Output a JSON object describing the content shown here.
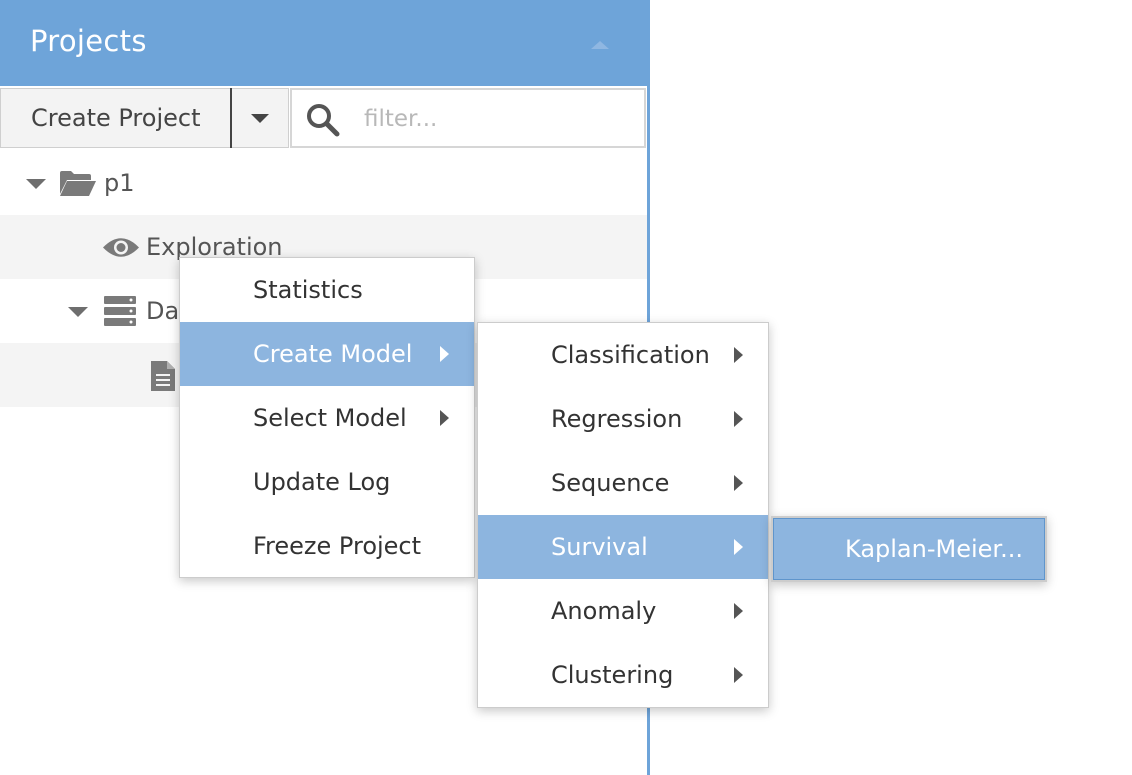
{
  "header": {
    "title": "Projects"
  },
  "toolbar": {
    "create_label": "Create Project",
    "filter_placeholder": "filter..."
  },
  "tree": {
    "project": "p1",
    "exploration": "Exploration",
    "dataset_partial": "Da"
  },
  "context_menu": {
    "items": [
      {
        "label": "Statistics"
      },
      {
        "label": "Create Model"
      },
      {
        "label": "Select Model"
      },
      {
        "label": "Update Log"
      },
      {
        "label": "Freeze Project"
      }
    ]
  },
  "model_menu": {
    "items": [
      {
        "label": "Classification"
      },
      {
        "label": "Regression"
      },
      {
        "label": "Sequence"
      },
      {
        "label": "Survival"
      },
      {
        "label": "Anomaly"
      },
      {
        "label": "Clustering"
      }
    ]
  },
  "survival_menu": {
    "items": [
      {
        "label": "Kaplan-Meier..."
      }
    ]
  },
  "colors": {
    "header": "#6ea4d9",
    "menu_highlight": "#8db5df",
    "row_alt": "#f4f4f4"
  }
}
